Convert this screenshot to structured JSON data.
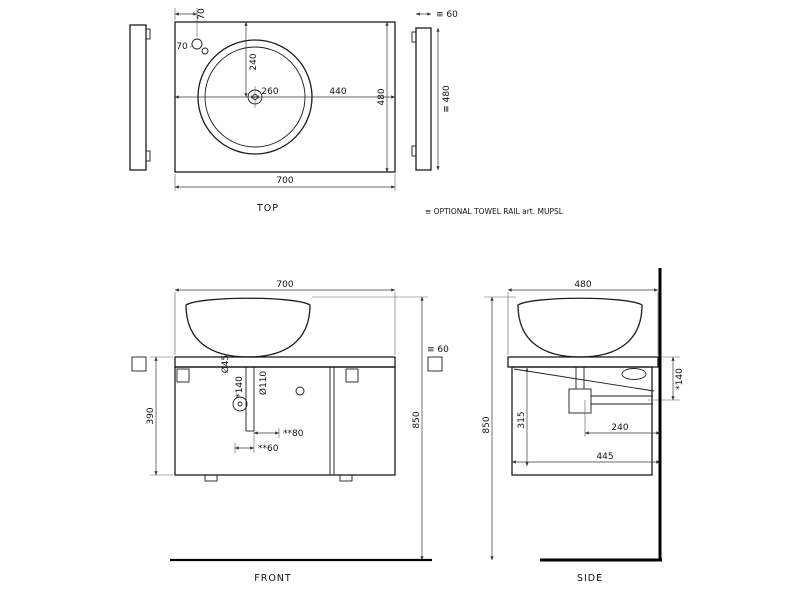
{
  "note": "≡ OPTIONAL TOWEL RAIL art. MUPSL",
  "views": {
    "top": {
      "label": "TOP",
      "dim_width": "700",
      "dim_depth": "480",
      "dim_basin_left": "260",
      "dim_basin_right": "440",
      "dim_basin_top": "240",
      "dim_faucet_x": "70",
      "dim_faucet_y": "70",
      "rail_section": "≡ 60",
      "rail_length": "≡ 480"
    },
    "front": {
      "label": "FRONT",
      "dim_width": "700",
      "dim_cabinet_height": "390",
      "dim_total_height": "850",
      "dim_drain_diameter": "Ø45",
      "dim_trap_height": "*140",
      "dim_siphon_diameter": "Ø110",
      "dim_offset_a": "**80",
      "dim_offset_b": "**60",
      "rail_section": "≡ 60"
    },
    "side": {
      "label": "SIDE",
      "dim_depth": "480",
      "dim_total_height": "850",
      "dim_inner_height": "315",
      "dim_trap_from_wall": "240",
      "dim_overall_depth": "445",
      "dim_rail_drop": "*140"
    }
  }
}
